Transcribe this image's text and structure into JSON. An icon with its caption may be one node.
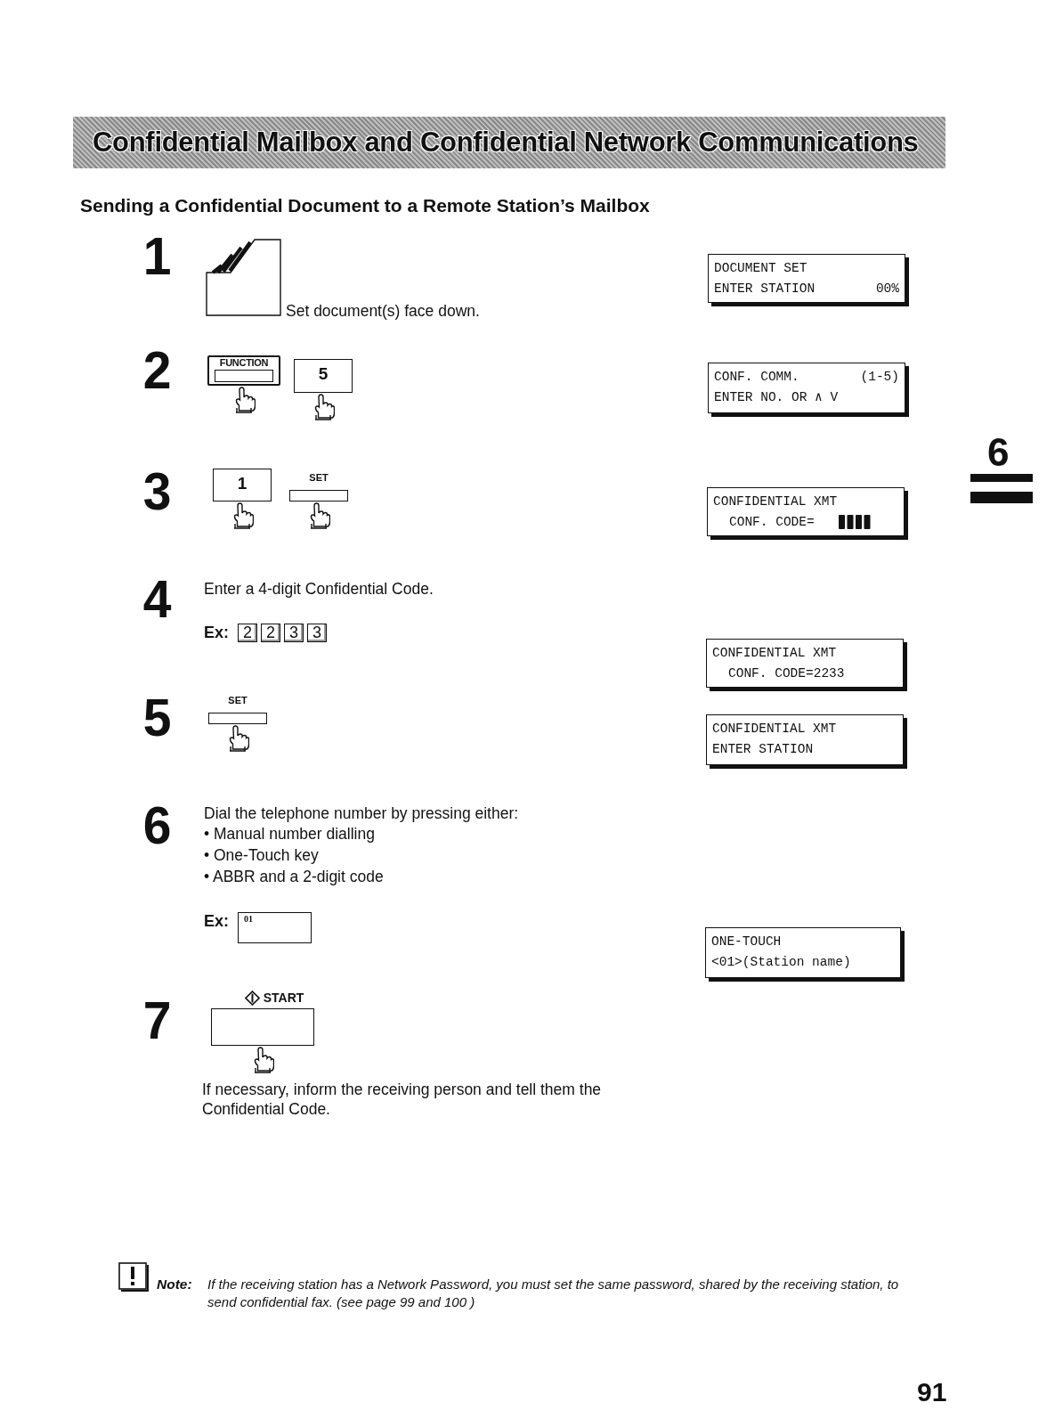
{
  "diagram": {
    "title": "Confidential Mailbox and Confidential Network Communications",
    "nodes": [
      {
        "text": [
          "DOCUMENT SET",
          "ENTER STATION",
          "00%"
        ]
      },
      {
        "text": [
          "FUNCTION"
        ]
      },
      {
        "text": [
          "5"
        ]
      },
      {
        "text": [
          "CONF. COMM.",
          "(1-5)",
          "ENTER NO. OR ∧ V"
        ]
      },
      {
        "text": [
          "1"
        ]
      },
      {
        "text": [
          "SET"
        ]
      },
      {
        "text": [
          "CONFIDENTIAL XMT",
          "CONF. CODE="
        ]
      },
      {
        "text": [
          "2"
        ]
      },
      {
        "text": [
          "2"
        ]
      },
      {
        "text": [
          "3"
        ]
      },
      {
        "text": [
          "3"
        ]
      },
      {
        "text": [
          "CONFIDENTIAL XMT",
          "CONF. CODE=2233"
        ]
      },
      {
        "text": [
          "SET"
        ]
      },
      {
        "text": [
          "CONFIDENTIAL XMT",
          "ENTER STATION"
        ]
      },
      {
        "text": [
          "01"
        ]
      },
      {
        "text": [
          "ONE-TOUCH",
          "<01>(Station name)"
        ]
      },
      {
        "text": [
          "START"
        ]
      }
    ],
    "edges": [],
    "labels": [
      "Sending a Confidential Document to a Remote Station’s Mailbox",
      "1",
      "Set document(s) face down.",
      "2",
      "3",
      "4",
      "Enter a 4-digit Confidential Code.",
      "Ex:",
      "5",
      "6",
      "Dial the telephone number by pressing either:",
      "• Manual number dialling",
      "• One-Touch key",
      "• ABBR and a 2-digit code",
      "Ex:",
      "7",
      "If necessary, inform the receiving person and tell them the Confidential Code.",
      "6",
      "Note:",
      "If the receiving station has a Network Password, you must set the same password, shared by the receiving station, to send confidential fax. (see page 99 and 100 )",
      "91"
    ]
  }
}
